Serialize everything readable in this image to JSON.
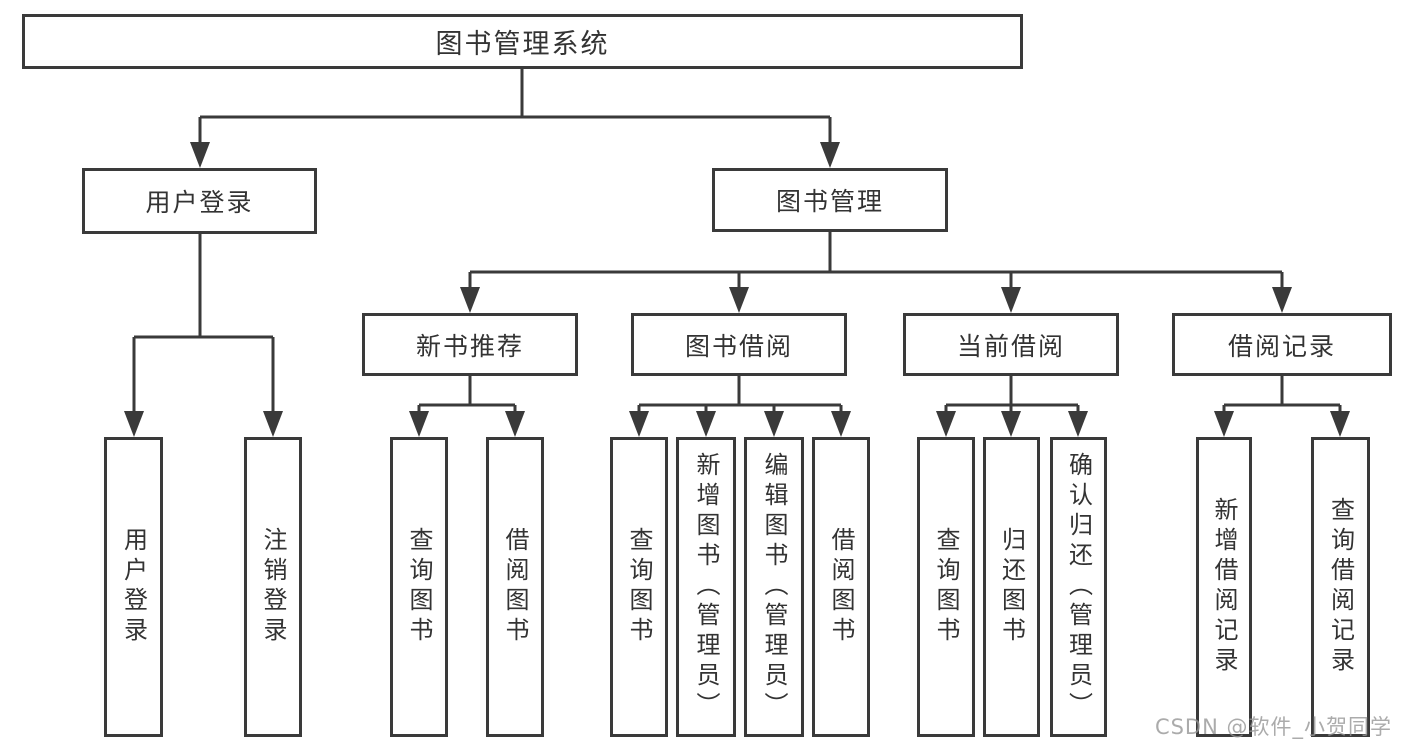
{
  "diagram": {
    "root": {
      "label": "图书管理系统"
    },
    "level2": [
      {
        "label": "用户登录"
      },
      {
        "label": "图书管理"
      }
    ],
    "level3": [
      {
        "label": "新书推荐"
      },
      {
        "label": "图书借阅"
      },
      {
        "label": "当前借阅"
      },
      {
        "label": "借阅记录"
      }
    ],
    "leaves": {
      "user_login": [
        {
          "label": "用户登录"
        },
        {
          "label": "注销登录"
        }
      ],
      "new_book": [
        {
          "label": "查询图书"
        },
        {
          "label": "借阅图书"
        }
      ],
      "book_borrow": [
        {
          "label": "查询图书"
        },
        {
          "label": "新增图书（管理员）"
        },
        {
          "label": "编辑图书（管理员）"
        },
        {
          "label": "借阅图书"
        }
      ],
      "current_borrow": [
        {
          "label": "查询图书"
        },
        {
          "label": "归还图书"
        },
        {
          "label": "确认归还（管理员）"
        }
      ],
      "borrow_record": [
        {
          "label": "新增借阅记录"
        },
        {
          "label": "查询借阅记录"
        }
      ]
    },
    "watermark": "CSDN @软件_小贺同学",
    "colors": {
      "line": "#3a3a3a",
      "text": "#333333",
      "watermark": "#b3b3b3",
      "background": "#ffffff"
    }
  }
}
